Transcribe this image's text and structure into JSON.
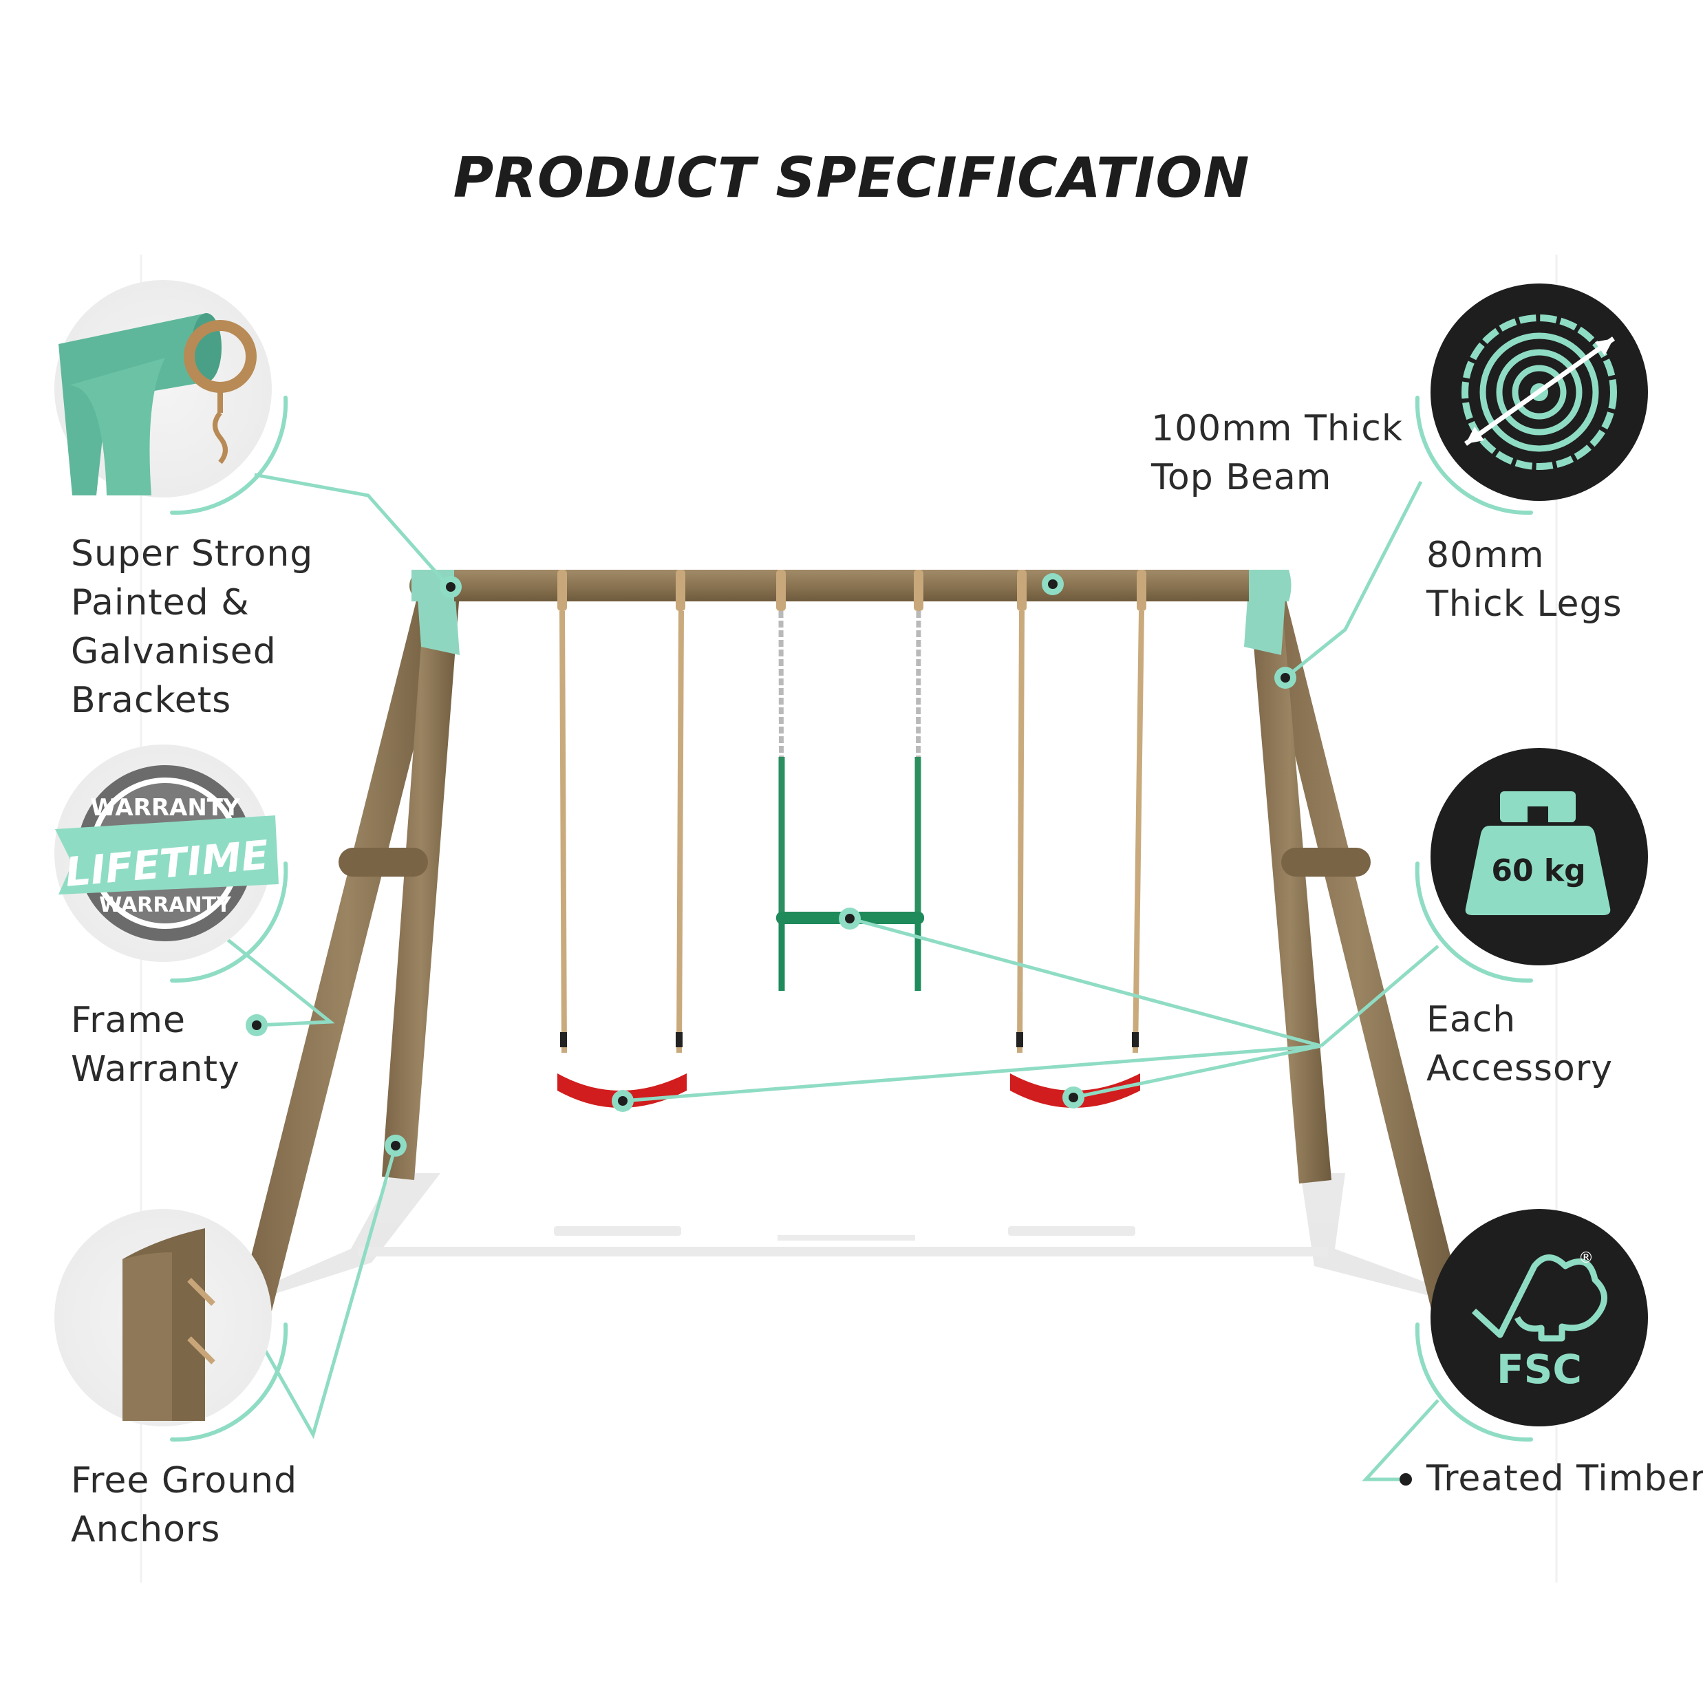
{
  "title": "PRODUCT SPECIFICATION",
  "features": {
    "brackets": {
      "lines": [
        "Super Strong",
        "Painted &",
        "Galvanised",
        "Brackets"
      ],
      "icon": "bracket-icon"
    },
    "warranty": {
      "lines": [
        "Frame",
        "Warranty"
      ],
      "icon": "lifetime-warranty-seal",
      "seal_top": "WARRANTY",
      "seal_banner": "LIFETIME",
      "seal_bottom": "WARRANTY"
    },
    "anchors": {
      "lines": [
        "Free Ground",
        "Anchors"
      ],
      "icon": "ground-anchor-icon"
    },
    "top_beam": {
      "lines": [
        "100mm Thick",
        "Top Beam"
      ]
    },
    "legs": {
      "lines": [
        "80mm",
        "Thick Legs"
      ],
      "icon": "log-rings-icon"
    },
    "accessory": {
      "lines": [
        "Each",
        "Accessory"
      ],
      "icon": "weight-icon",
      "weight": "60 kg"
    },
    "timber": {
      "lines": [
        "Treated Timber"
      ],
      "icon": "fsc-tree-icon",
      "badge": "FSC",
      "registered": "®"
    }
  },
  "colors": {
    "accent": "#8fdcc4",
    "bracket_green": "#5fb79b",
    "wood": "#8a7452",
    "seat_red": "#d11d1d",
    "trapeze_green": "#1f8a5a",
    "icon_dark": "#1e1e1e"
  }
}
